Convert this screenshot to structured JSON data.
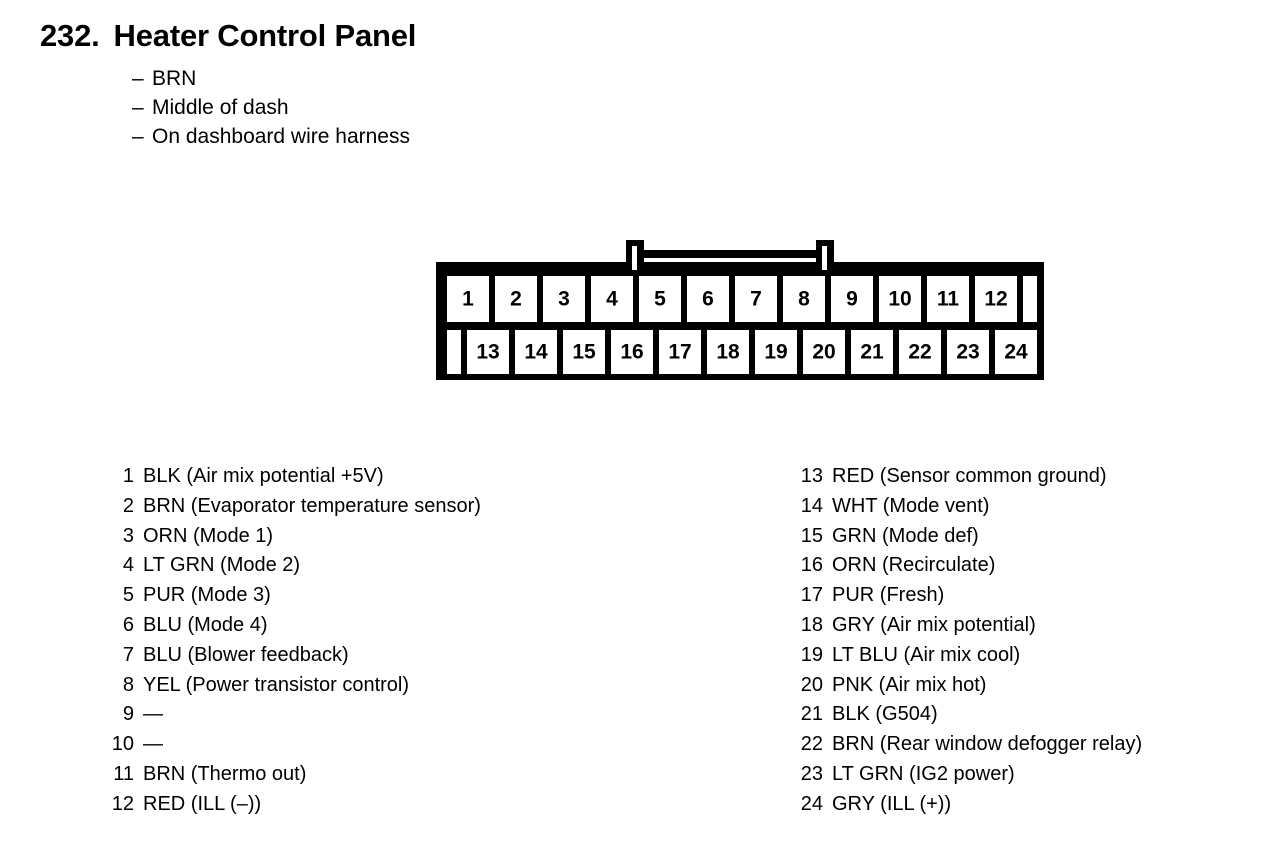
{
  "header": {
    "number": "232.",
    "title": "Heater Control Panel",
    "bullet_dash": "–",
    "subtitles": [
      "BRN",
      "Middle of dash",
      "On dashboard wire harness"
    ]
  },
  "connector": {
    "top_row_pins": [
      "1",
      "2",
      "3",
      "4",
      "5",
      "6",
      "7",
      "8",
      "9",
      "10",
      "11",
      "12"
    ],
    "bottom_row_pins": [
      "13",
      "14",
      "15",
      "16",
      "17",
      "18",
      "19",
      "20",
      "21",
      "22",
      "23",
      "24"
    ],
    "stroke_color": "#000000",
    "fill_color": "#ffffff"
  },
  "pinout": {
    "left_column": [
      {
        "pin": "1",
        "desc": "BLK (Air mix potential +5V)"
      },
      {
        "pin": "2",
        "desc": "BRN (Evaporator temperature sensor)"
      },
      {
        "pin": "3",
        "desc": "ORN (Mode 1)"
      },
      {
        "pin": "4",
        "desc": "LT GRN (Mode 2)"
      },
      {
        "pin": "5",
        "desc": "PUR (Mode 3)"
      },
      {
        "pin": "6",
        "desc": "BLU (Mode 4)"
      },
      {
        "pin": "7",
        "desc": "BLU (Blower feedback)"
      },
      {
        "pin": "8",
        "desc": "YEL (Power transistor control)"
      },
      {
        "pin": "9",
        "desc": "—"
      },
      {
        "pin": "10",
        "desc": "—"
      },
      {
        "pin": "11",
        "desc": "BRN (Thermo out)"
      },
      {
        "pin": "12",
        "desc": "RED (ILL (–))"
      }
    ],
    "right_column": [
      {
        "pin": "13",
        "desc": "RED (Sensor common ground)"
      },
      {
        "pin": "14",
        "desc": "WHT (Mode vent)"
      },
      {
        "pin": "15",
        "desc": "GRN (Mode def)"
      },
      {
        "pin": "16",
        "desc": "ORN (Recirculate)"
      },
      {
        "pin": "17",
        "desc": "PUR (Fresh)"
      },
      {
        "pin": "18",
        "desc": "GRY (Air mix potential)"
      },
      {
        "pin": "19",
        "desc": "LT BLU (Air mix cool)"
      },
      {
        "pin": "20",
        "desc": "PNK (Air mix hot)"
      },
      {
        "pin": "21",
        "desc": "BLK (G504)"
      },
      {
        "pin": "22",
        "desc": "BRN (Rear window defogger relay)"
      },
      {
        "pin": "23",
        "desc": "LT GRN (IG2 power)"
      },
      {
        "pin": "24",
        "desc": "GRY (ILL (+))"
      }
    ]
  }
}
